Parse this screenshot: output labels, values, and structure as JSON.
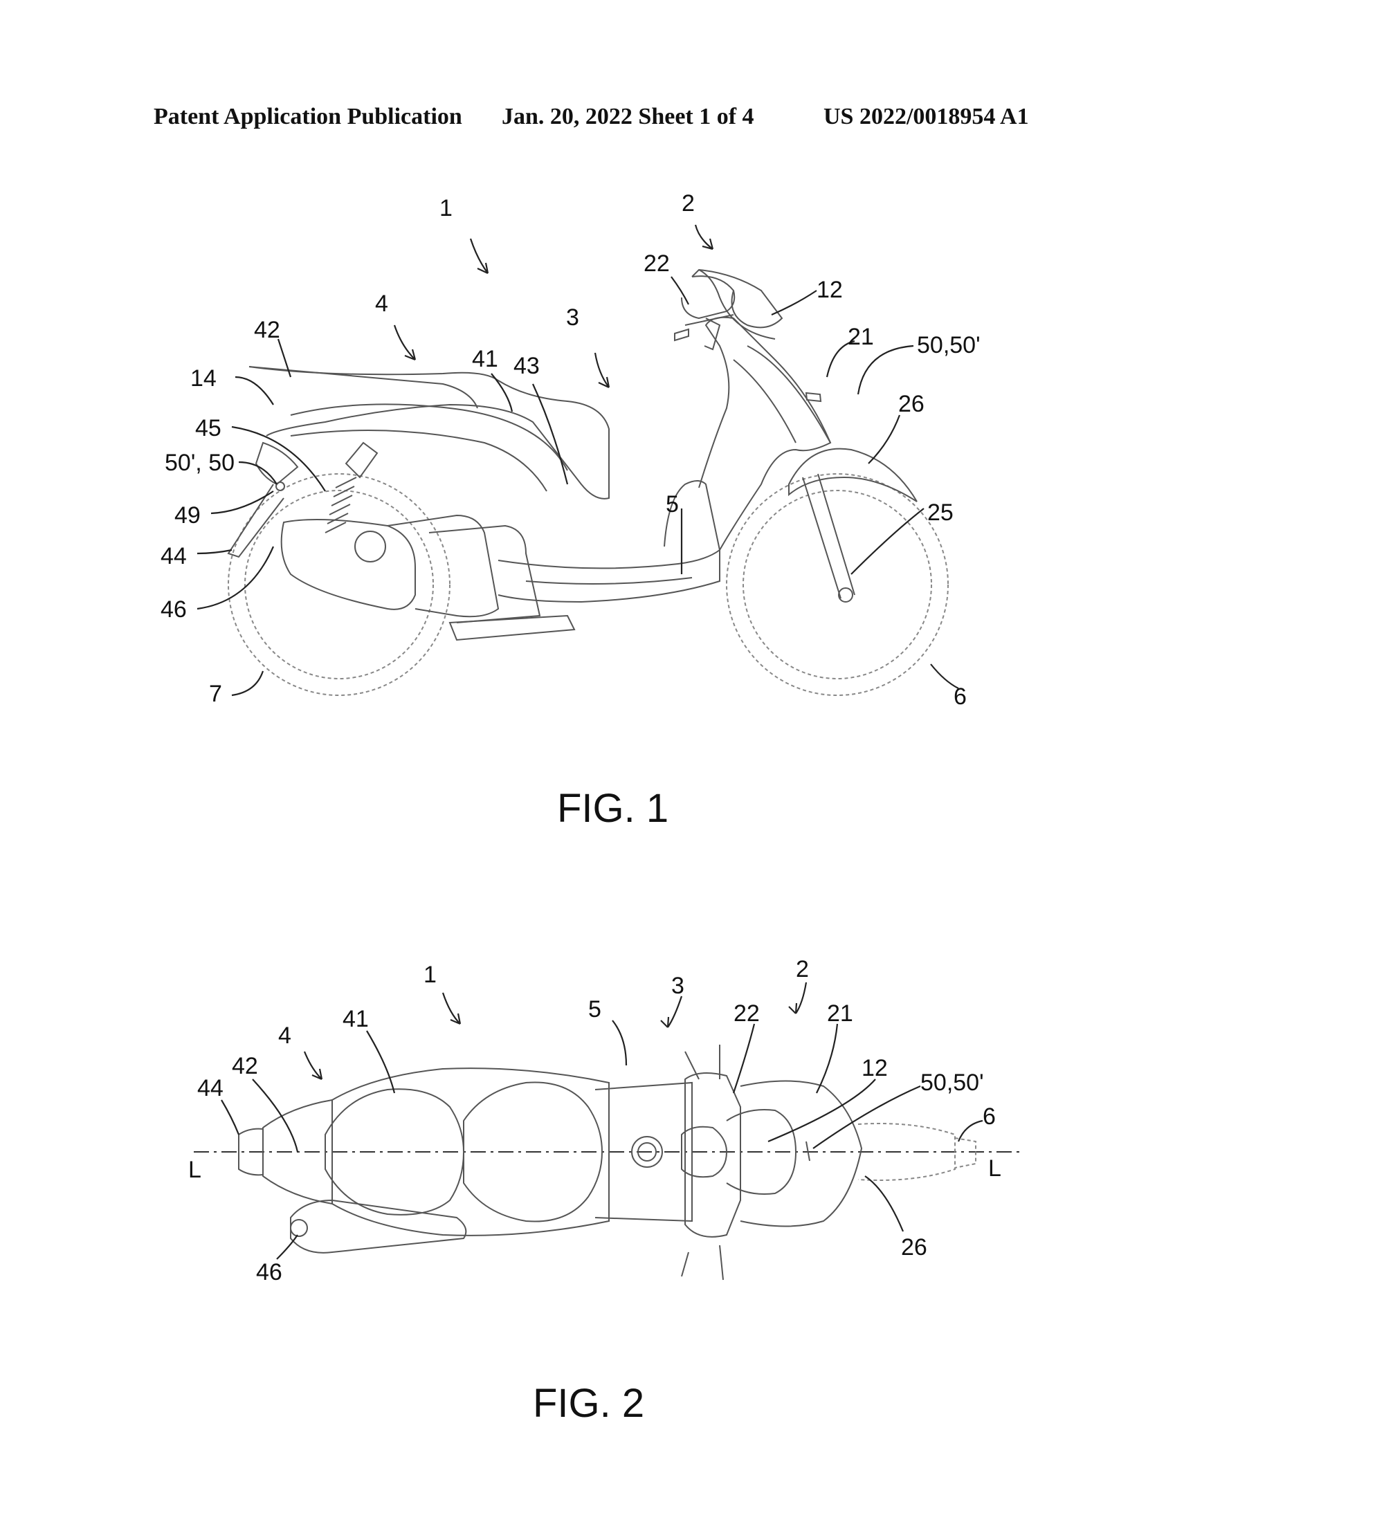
{
  "header": {
    "publication": "Patent Application Publication",
    "date_sheet": "Jan. 20, 2022  Sheet 1 of 4",
    "number": "US 2022/0018954 A1"
  },
  "fig1": {
    "caption": "FIG. 1",
    "labels": {
      "l1": "1",
      "l2": "2",
      "l3": "3",
      "l4": "4",
      "l5": "5",
      "l6": "6",
      "l7": "7",
      "l12": "12",
      "l14": "14",
      "l21": "21",
      "l22": "22",
      "l25": "25",
      "l26": "26",
      "l41": "41",
      "l42": "42",
      "l43": "43",
      "l44": "44",
      "l45": "45",
      "l46": "46",
      "l49": "49",
      "l50a": "50,50'",
      "l50b": "50', 50"
    }
  },
  "fig2": {
    "caption": "FIG. 2",
    "labels": {
      "l1": "1",
      "l2": "2",
      "l3": "3",
      "l4": "4",
      "l5": "5",
      "l6": "6",
      "l12": "12",
      "l21": "21",
      "l22": "22",
      "l26": "26",
      "l41": "41",
      "l42": "42",
      "l44": "44",
      "l46": "46",
      "l50": "50,50'",
      "lL1": "L",
      "lL2": "L"
    }
  }
}
